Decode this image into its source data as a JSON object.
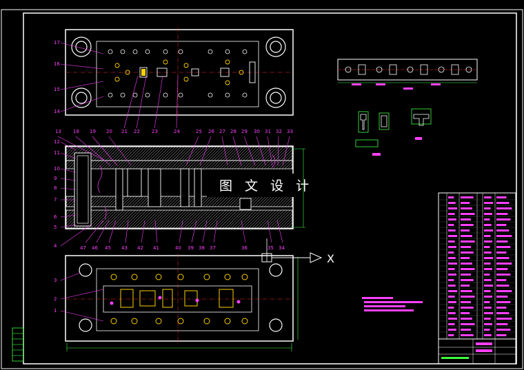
{
  "drawing": {
    "watermark": "图 文 设 计",
    "axis_label": "X"
  },
  "callouts": {
    "top_view": [
      "17",
      "16",
      "15",
      "14",
      "21",
      "22",
      "23",
      "24"
    ],
    "section_top": [
      "13",
      "18",
      "19",
      "20",
      "25",
      "26",
      "27",
      "28",
      "29",
      "30",
      "31",
      "32",
      "33"
    ],
    "section_left": [
      "12",
      "11",
      "10",
      "9",
      "8",
      "7",
      "6",
      "5",
      "4"
    ],
    "section_bottom": [
      "47",
      "46",
      "45",
      "43",
      "42",
      "41",
      "40",
      "39",
      "38",
      "37",
      "36",
      "35",
      "34"
    ],
    "bottom_view": [
      "3",
      "2",
      "1"
    ]
  },
  "colors": {
    "background": "#000000",
    "outline": "#ffffff",
    "callout": "#ff40ff",
    "hatch": "#ffffff",
    "center_line": "#ff3030",
    "hole": "#ffd000",
    "dimension": "#40ff40"
  }
}
